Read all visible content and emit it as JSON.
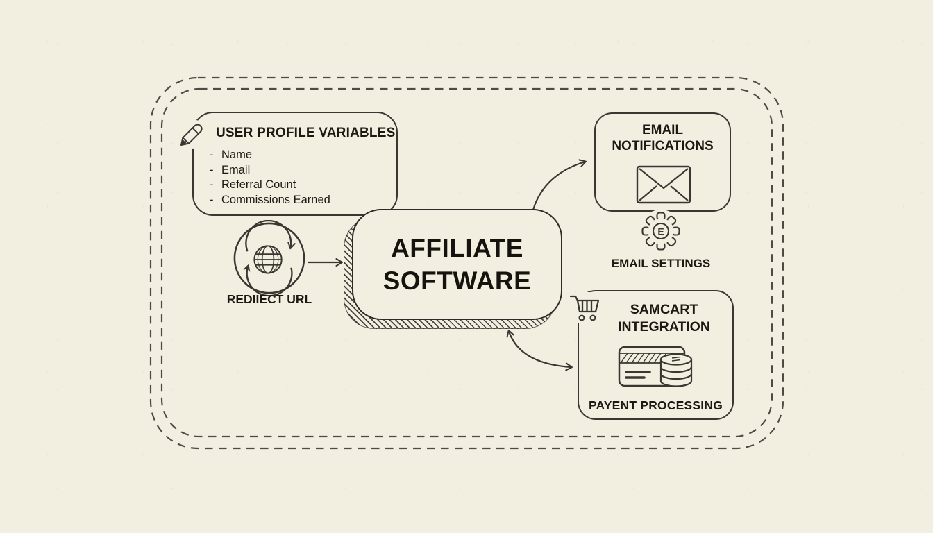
{
  "colors": {
    "background": "#f2efe1",
    "ink": "#3a3733",
    "text": "#1d1912"
  },
  "icons": {
    "user_profile": "pencil-icon",
    "redirect": "globe-refresh-icon",
    "email_notifications": "envelope-icon",
    "email_settings": "gear-icon",
    "samcart": "shopping-cart-icon",
    "payment": "credit-card-coins-icon"
  },
  "user_profile": {
    "title": "USER PROFILE VARIABLES",
    "bullet": "-",
    "items": [
      "Name",
      "Email",
      "Referral Count",
      "Commissions Earned"
    ]
  },
  "redirect": {
    "label": "REDIIECT URL"
  },
  "affiliate": {
    "title_line1": "AFFILIATE",
    "title_line2": "SOFTWARE"
  },
  "email_notifications": {
    "title_line1": "EMAIL",
    "title_line2": "NOTIFICATIONS"
  },
  "email_settings": {
    "label": "EMAIL SETTINGS",
    "gear_letter": "E"
  },
  "samcart": {
    "title_line1": "SAMCART",
    "title_line2": "INTEGRATION",
    "footer": "PAYENT PROCESSING"
  }
}
